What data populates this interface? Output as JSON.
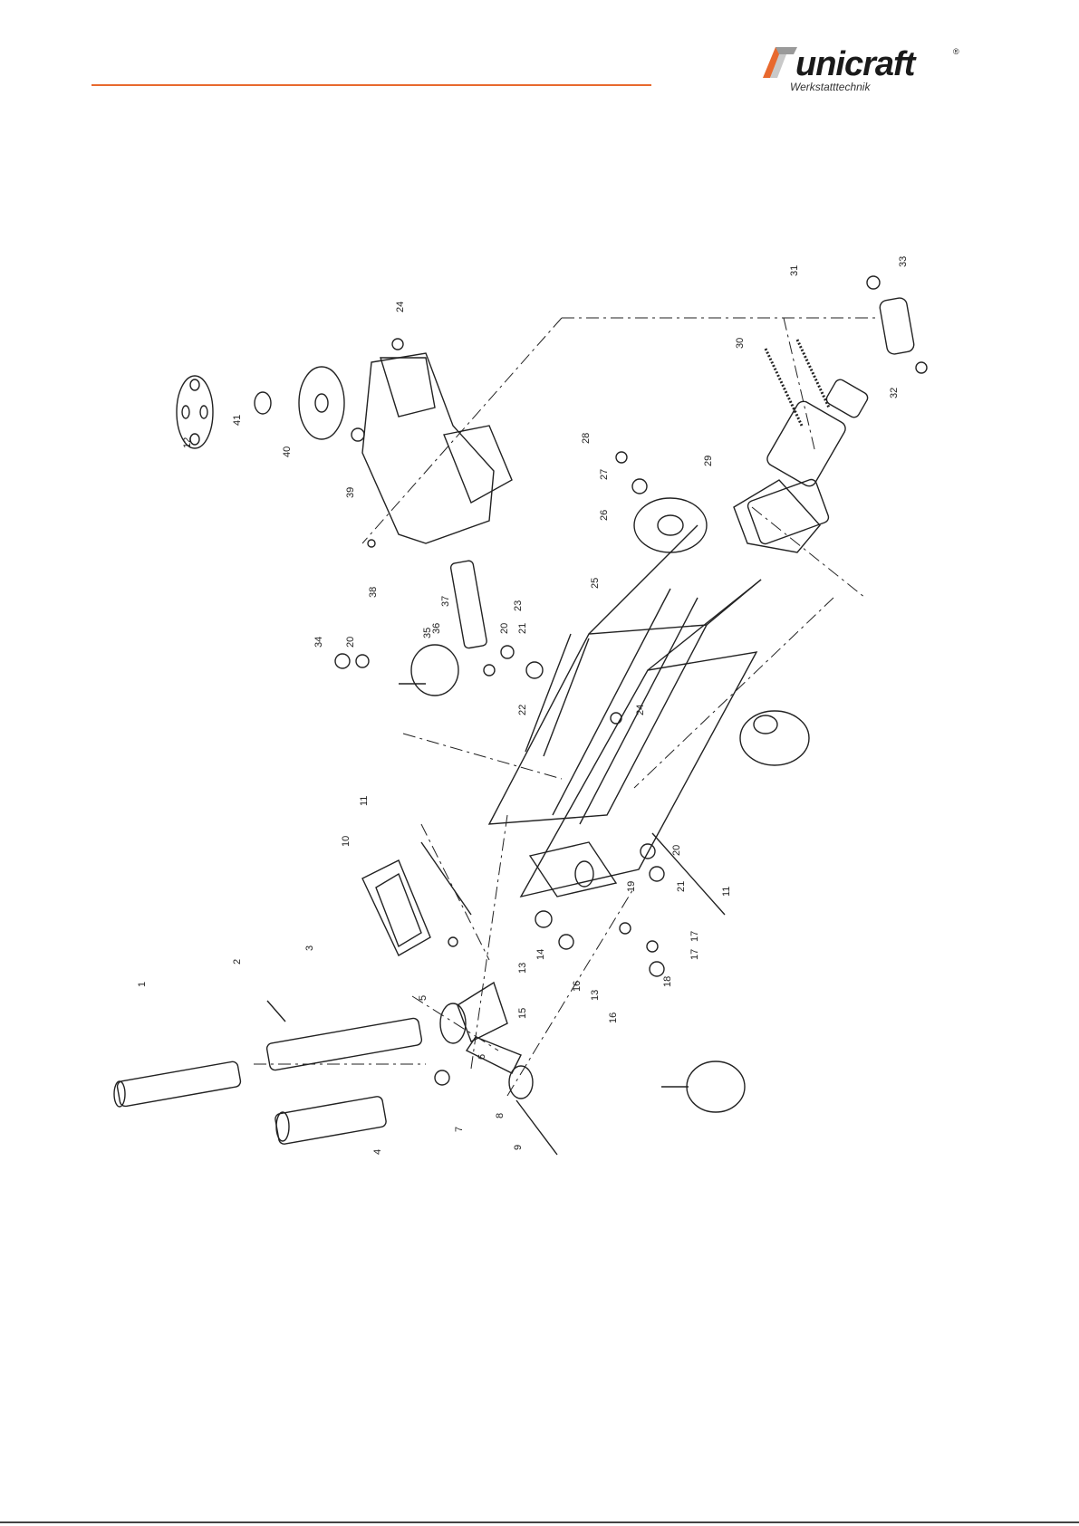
{
  "brand": {
    "name": "unicraft",
    "registered": "®",
    "tagline": "Werkstatttechnik",
    "accent_color": "#e8692e",
    "logo_dark": "#1a1a1a"
  },
  "diagram": {
    "part_numbers": [
      "1",
      "2",
      "3",
      "4",
      "5",
      "6",
      "7",
      "8",
      "9",
      "10",
      "11",
      "11",
      "12",
      "13",
      "13",
      "14",
      "15",
      "16",
      "16",
      "17",
      "17",
      "18",
      "19",
      "20",
      "20",
      "20",
      "21",
      "21",
      "22",
      "23",
      "24",
      "24",
      "25",
      "26",
      "27",
      "28",
      "29",
      "30",
      "31",
      "32",
      "33",
      "34",
      "35",
      "36",
      "37",
      "38",
      "39",
      "40",
      "41"
    ]
  }
}
